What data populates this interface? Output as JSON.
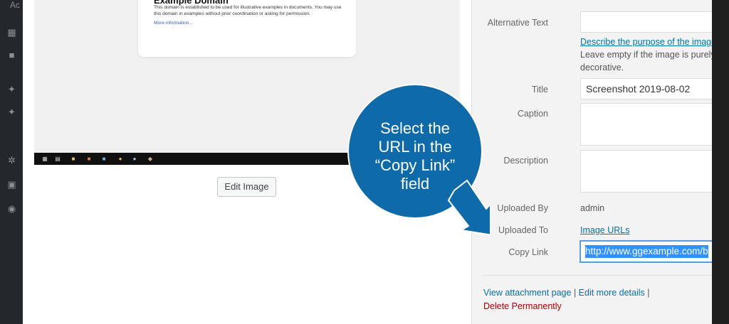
{
  "sidebar": {
    "top_label": "Ac",
    "icons": [
      "posts-icon",
      "comments-icon",
      "appearance-icon",
      "plugins-icon",
      "tools-icon",
      "settings-icon",
      "collapse-icon"
    ]
  },
  "preview": {
    "card_title": "Example Domain",
    "card_body": "This domain is established to be used for illustrative examples in documents. You may use this domain in examples without prior coordination or asking for permission.",
    "card_link": "More information...",
    "taskbar_icons": [
      "windows-start-icon",
      "task-view-icon",
      "file-explorer-icon",
      "store-icon",
      "app-icon",
      "chrome-icon",
      "browser-icon",
      "app2-icon"
    ]
  },
  "edit_image_label": "Edit Image",
  "details": {
    "alt_text": {
      "label": "Alternative Text",
      "value": "",
      "help_link": "Describe the purpose of the image",
      "help_rest": ". Leave empty if the image is purely decorative."
    },
    "title": {
      "label": "Title",
      "value": "Screenshot 2019-08-02"
    },
    "caption": {
      "label": "Caption",
      "value": ""
    },
    "description": {
      "label": "Description",
      "value": ""
    },
    "uploaded_by": {
      "label": "Uploaded By",
      "value": "admin"
    },
    "uploaded_to": {
      "label": "Uploaded To",
      "value": "Image URLs"
    },
    "copy_link": {
      "label": "Copy Link",
      "value": "http://www.ggexample.com/b"
    },
    "view_attachment": "View attachment page",
    "edit_more": "Edit more details",
    "separator": " | ",
    "delete": "Delete Permanently"
  },
  "callout": {
    "lines": [
      "Select the",
      "URL in the",
      "“Copy Link”",
      "field"
    ],
    "color": "#0e6aa8"
  }
}
